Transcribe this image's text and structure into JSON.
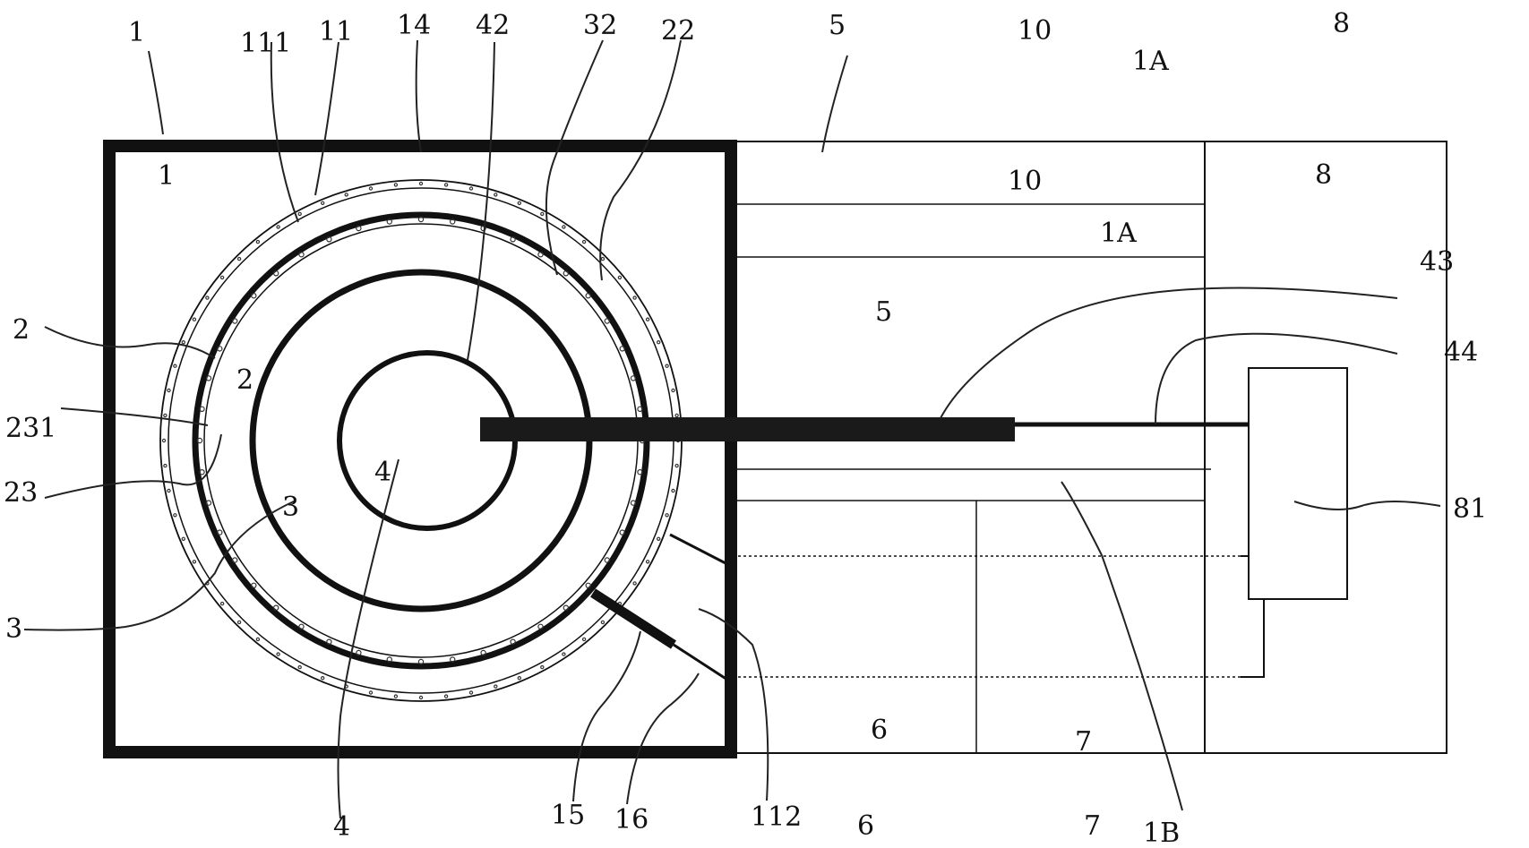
{
  "labels": {
    "l1": "1",
    "l111": "111",
    "l11": "11",
    "l14": "14",
    "l42": "42",
    "l32": "32",
    "l22": "22",
    "l5": "5",
    "l10": "10",
    "l1A": "1A",
    "l8": "8",
    "l43": "43",
    "l44": "44",
    "l2": "2",
    "l231": "231",
    "l23": "23",
    "l3": "3",
    "l81": "81",
    "l4": "4",
    "l15": "15",
    "l16": "16",
    "l112": "112",
    "l6": "6",
    "l7": "7",
    "l1B": "1B"
  }
}
